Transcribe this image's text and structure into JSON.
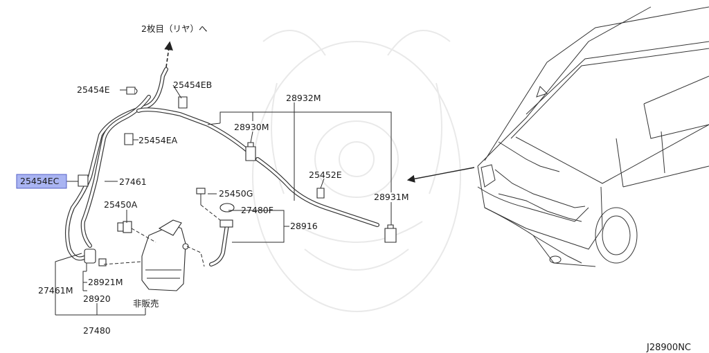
{
  "diagram_code": "J28900NC",
  "rear_note": "2枚目（リヤ）へ",
  "not_sold_note": "非販売",
  "highlight_color": "#a9b4f2",
  "labels": {
    "p25454E": "25454E",
    "p25454EB": "25454EB",
    "p25454EA": "25454EA",
    "p25454EC": "25454EC",
    "p27461": "27461",
    "p25450A": "25450A",
    "p27461M": "27461M",
    "p28921M": "28921M",
    "p28920": "28920",
    "p27480": "27480",
    "p28932M": "28932M",
    "p28930M": "28930M",
    "p25452E": "25452E",
    "p28931M": "28931M",
    "p25450G": "25450G",
    "p27480F": "27480F",
    "p28916": "28916"
  }
}
